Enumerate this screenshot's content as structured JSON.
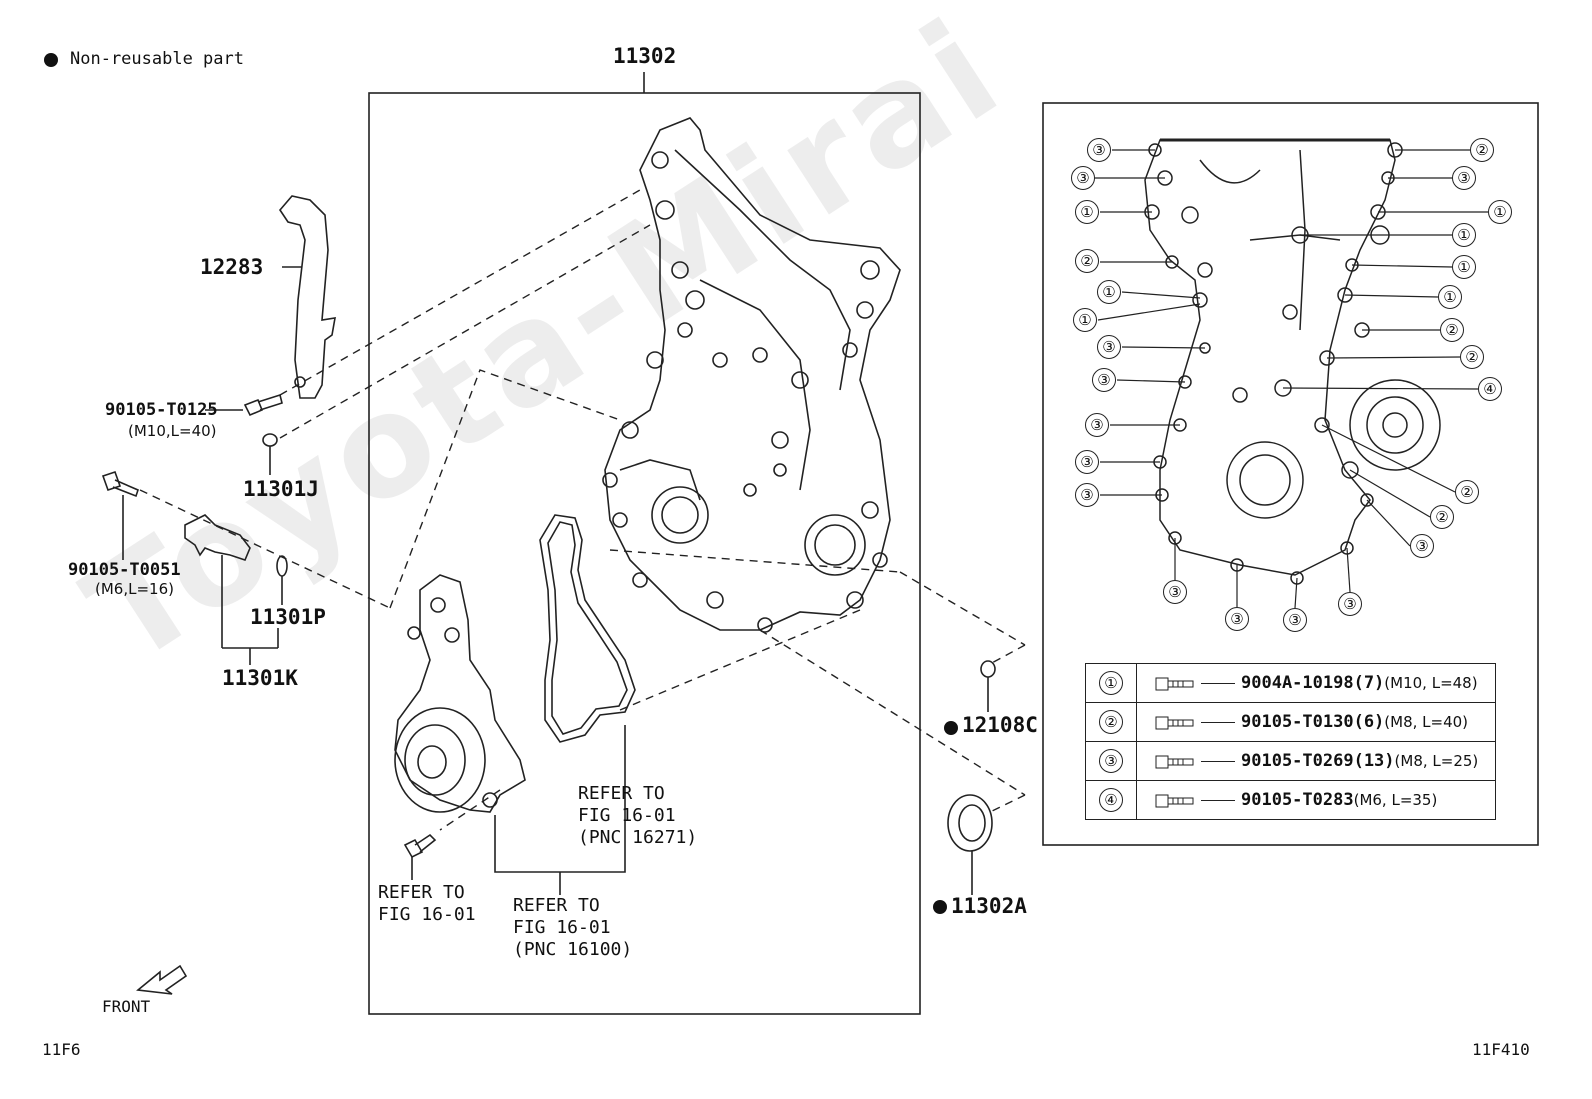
{
  "legend": {
    "text": "Non-reusable part"
  },
  "watermark": "Toyota-Mirai",
  "labels": {
    "main_cover": "11302",
    "bracket": "12283",
    "bolt1": "90105-T0125",
    "bolt1_spec": "(M10,L=40)",
    "pin": "11301J",
    "bolt2": "90105-T0051",
    "bolt2_spec": "(M6,L=16)",
    "oring": "11301P",
    "sensor": "11301K",
    "seal_small": "12108C",
    "seal_large": "11302A"
  },
  "refs": {
    "ref_pnc_16271": "REFER TO\nFIG 16-01\n(PNC 16271)",
    "ref_fig_bolt": "REFER TO\nFIG 16-01",
    "ref_pnc_16100": "REFER TO\nFIG 16-01\n(PNC 16100)"
  },
  "front": "FRONT",
  "page_left": "11F6",
  "page_right": "11F410",
  "callout_numbers": [
    "①",
    "②",
    "③",
    "④"
  ],
  "bolt_table": [
    {
      "num": "①",
      "part": "9004A-10198(7)",
      "spec": "(M10, L=48)"
    },
    {
      "num": "②",
      "part": "90105-T0130(6)",
      "spec": "(M8, L=40)"
    },
    {
      "num": "③",
      "part": "90105-T0269(13)",
      "spec": "(M8, L=25)"
    },
    {
      "num": "④",
      "part": "90105-T0283",
      "spec": "(M6, L=35)"
    }
  ]
}
